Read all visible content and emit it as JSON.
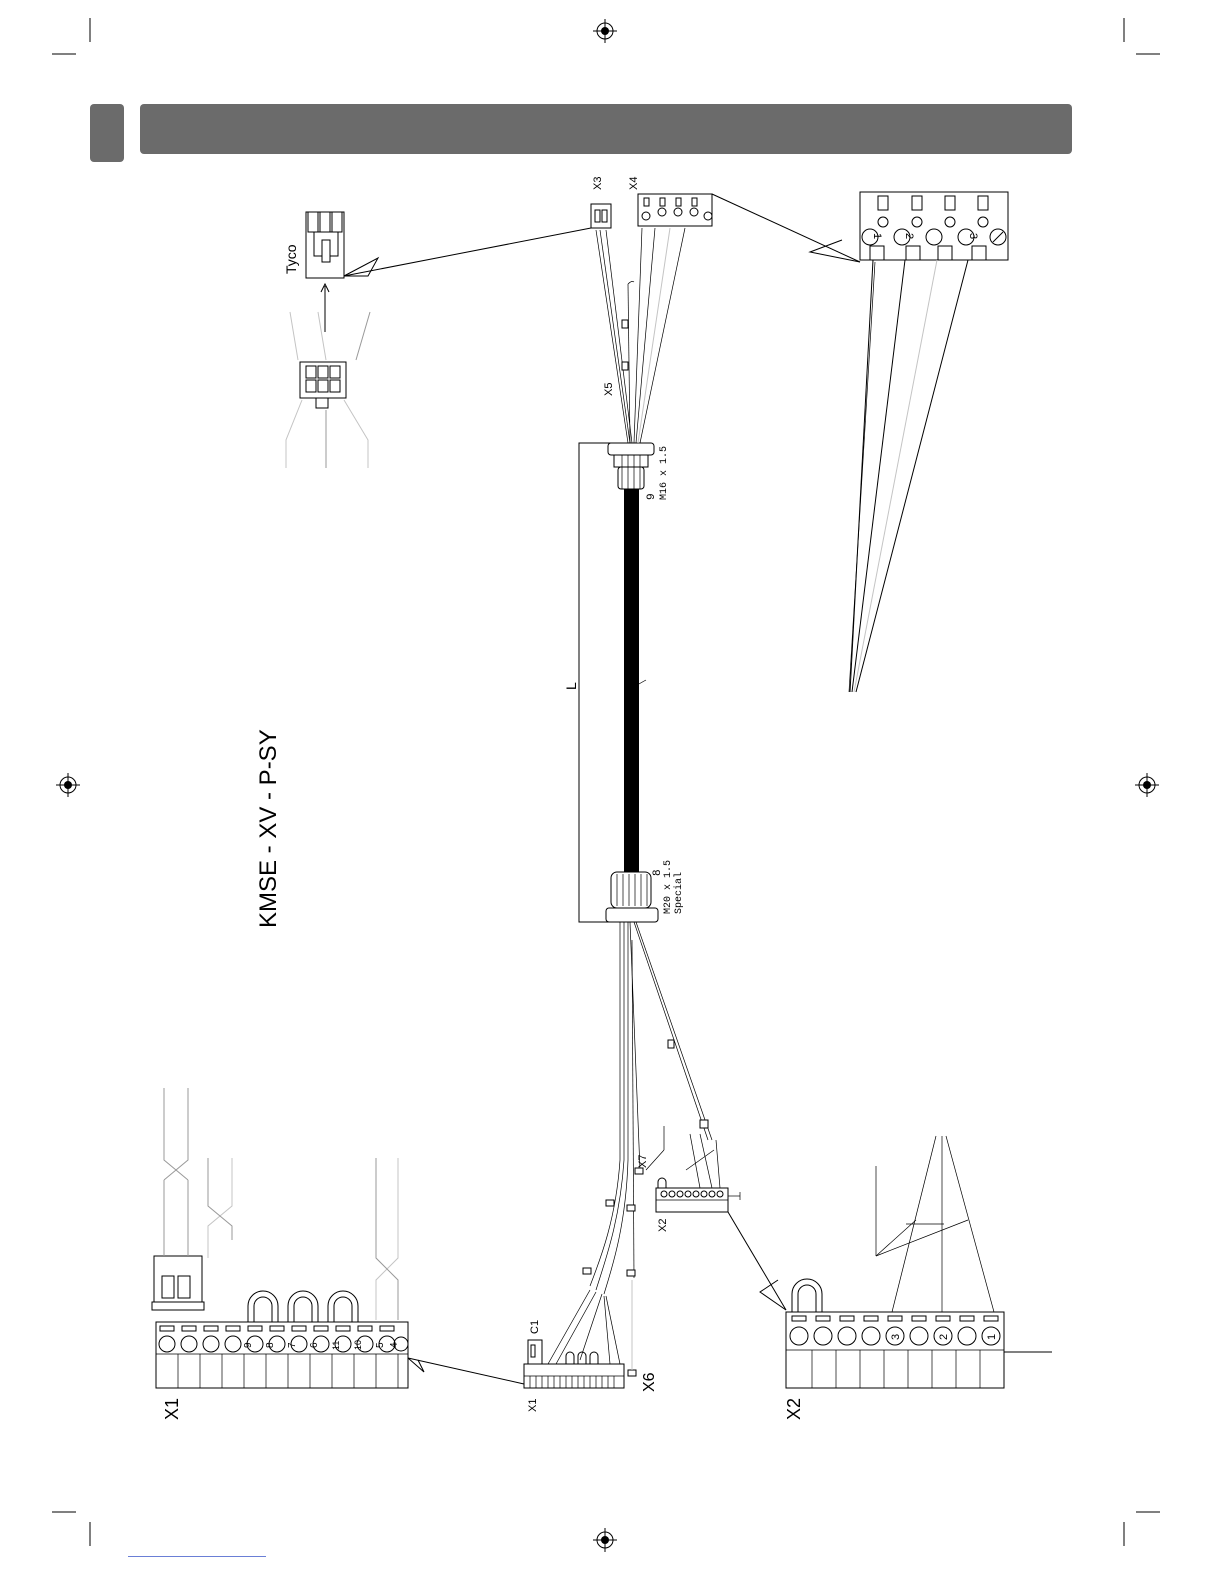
{
  "header": {
    "bar_color": "#6b6b6b",
    "tab_color": "#6b6b6b"
  },
  "title": "KMSE - XV - P-SY",
  "labels": {
    "tyco": "Tyco",
    "x3": "X3",
    "x4": "X4",
    "x5": "X5",
    "x1_big": "X1",
    "x1_small": "X1",
    "x2_big": "X2",
    "x2_small": "X2",
    "x6": "X6",
    "x7": "X7",
    "c1": "C1",
    "length": "L",
    "gland_top_num": "9",
    "gland_top_spec": "M16 x 1.5",
    "gland_bottom_num": "8",
    "gland_bottom_spec": "M20 x 1.5",
    "gland_bottom_special": "Special"
  },
  "x4_terminals": [
    "1",
    "2",
    "3"
  ],
  "x1_terminals": [
    "9",
    "8",
    "7",
    "6",
    "11",
    "10",
    "5",
    "4"
  ],
  "x2_terminals": [
    "3",
    "2",
    "1"
  ],
  "icons": [
    "registration-mark-icon",
    "crop-mark-icon"
  ]
}
